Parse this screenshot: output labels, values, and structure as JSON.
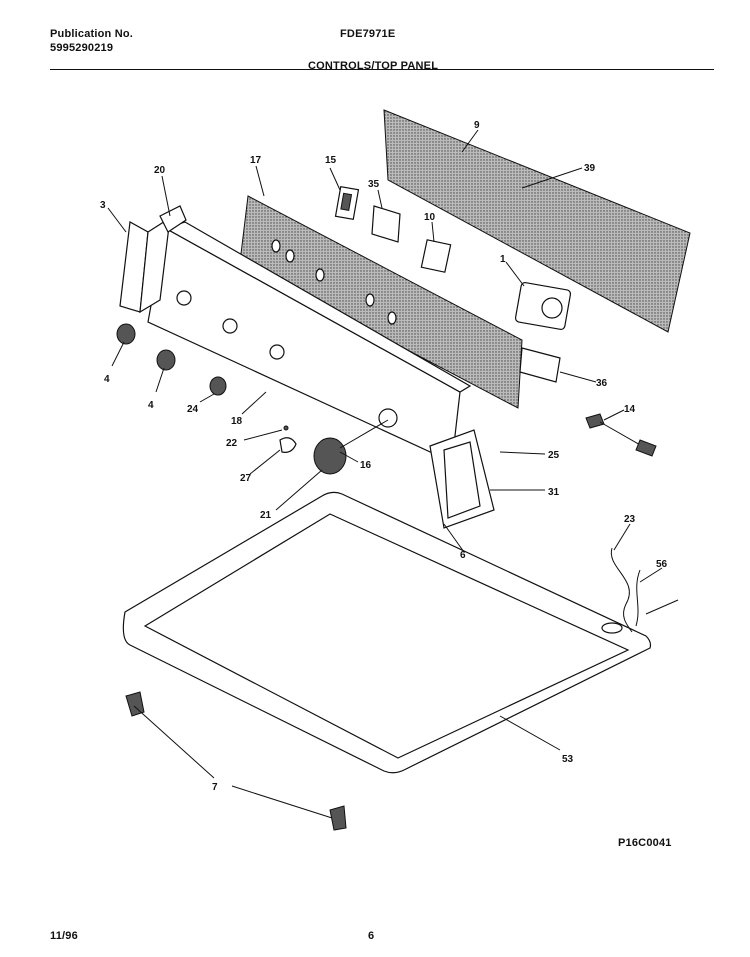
{
  "header": {
    "publication_label": "Publication No.",
    "publication_number": "5995290219",
    "model": "FDE7971E",
    "section_title": "CONTROLS/TOP PANEL"
  },
  "footer": {
    "date": "11/96",
    "page": "6",
    "figure_code": "P16C0041"
  },
  "callouts": {
    "c1": "1",
    "c3": "3",
    "c4a": "4",
    "c4b": "4",
    "c6": "6",
    "c7": "7",
    "c9": "9",
    "c10": "10",
    "c14": "14",
    "c15": "15",
    "c16": "16",
    "c17": "17",
    "c18": "18",
    "c20": "20",
    "c21": "21",
    "c22": "22",
    "c23": "23",
    "c24": "24",
    "c25": "25",
    "c27": "27",
    "c31": "31",
    "c35": "35",
    "c36": "36",
    "c39": "39",
    "c53": "53",
    "c56": "56"
  }
}
